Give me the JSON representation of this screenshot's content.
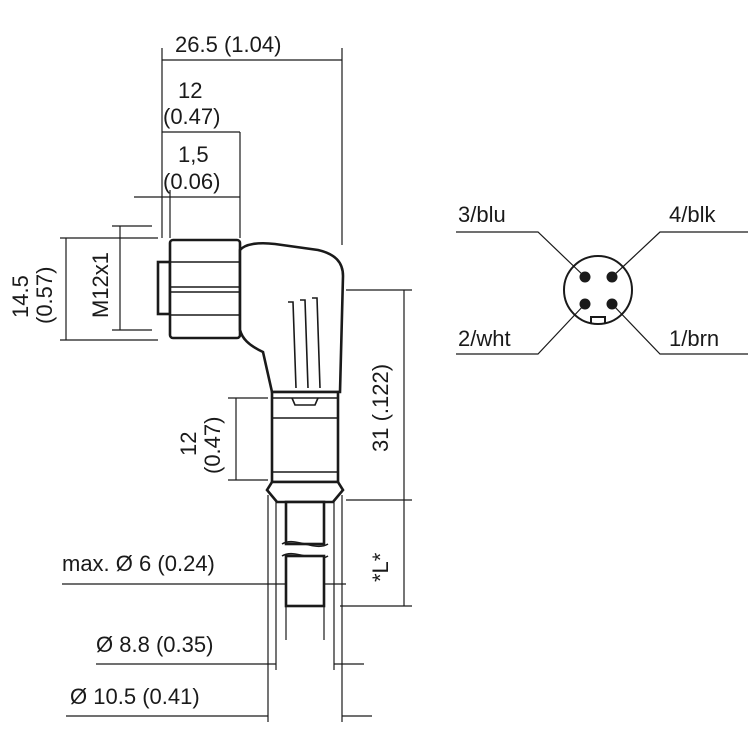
{
  "dimensions": {
    "overall_width": {
      "value": "26.5",
      "inch": "(1.04)"
    },
    "coupling_width": {
      "value": "12",
      "inch": "(0.47)"
    },
    "offset": {
      "value": "1,5",
      "inch": "(0.06)"
    },
    "height": {
      "value": "14.5",
      "inch": "(0.57)"
    },
    "thread": "M12x1",
    "sleeve_length": {
      "value": "12",
      "inch": "(0.47)"
    },
    "body_length": {
      "value": "31",
      "inch": "(.122)"
    },
    "cable_length": "*L*",
    "cable_diameter": {
      "prefix": "max. Ø",
      "value": "6",
      "inch": "(0.24)"
    },
    "diameter_1": {
      "prefix": "Ø",
      "value": "8.8",
      "inch": "(0.35)"
    },
    "diameter_2": {
      "prefix": "Ø",
      "value": "10.5",
      "inch": "(0.41)"
    }
  },
  "pinout": {
    "pin3": "3/blu",
    "pin4": "4/blk",
    "pin2": "2/wht",
    "pin1": "1/brn"
  }
}
